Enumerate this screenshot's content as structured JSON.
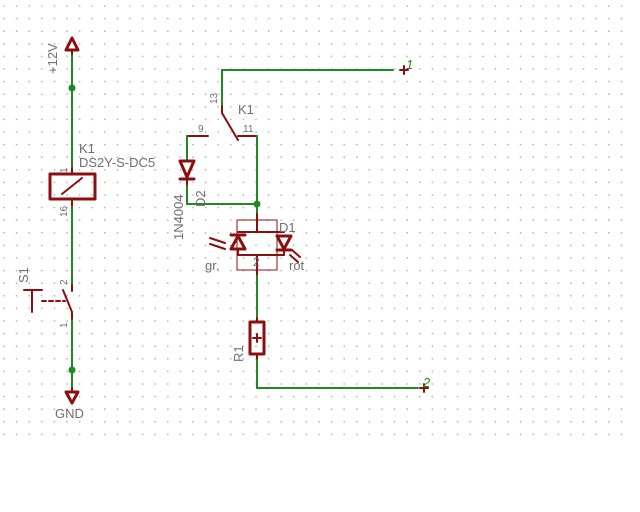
{
  "supply": {
    "top": "+12V",
    "bottom": "GND"
  },
  "relay": {
    "name": "K1",
    "value": "DS2Y-S-DC5",
    "coil_pin_top": "1",
    "coil_pin_bottom": "16",
    "contact_name": "K1",
    "pin_common": "13",
    "pin_nc": "9",
    "pin_no": "11"
  },
  "switch": {
    "name": "S1",
    "pin_top": "2",
    "pin_bottom": "1"
  },
  "diode": {
    "name": "D2",
    "value": "1N4004"
  },
  "led": {
    "name": "D1",
    "label_green": "gr.",
    "label_red": "rot",
    "pin_common": "2"
  },
  "resistor": {
    "name": "R1"
  },
  "connectors": {
    "top": "1",
    "bottom": "2"
  },
  "colors": {
    "wire": "#1f8a1f",
    "part": "#8b0f0f",
    "label": "#6e6e6e",
    "grid": "#b8b8b8"
  }
}
